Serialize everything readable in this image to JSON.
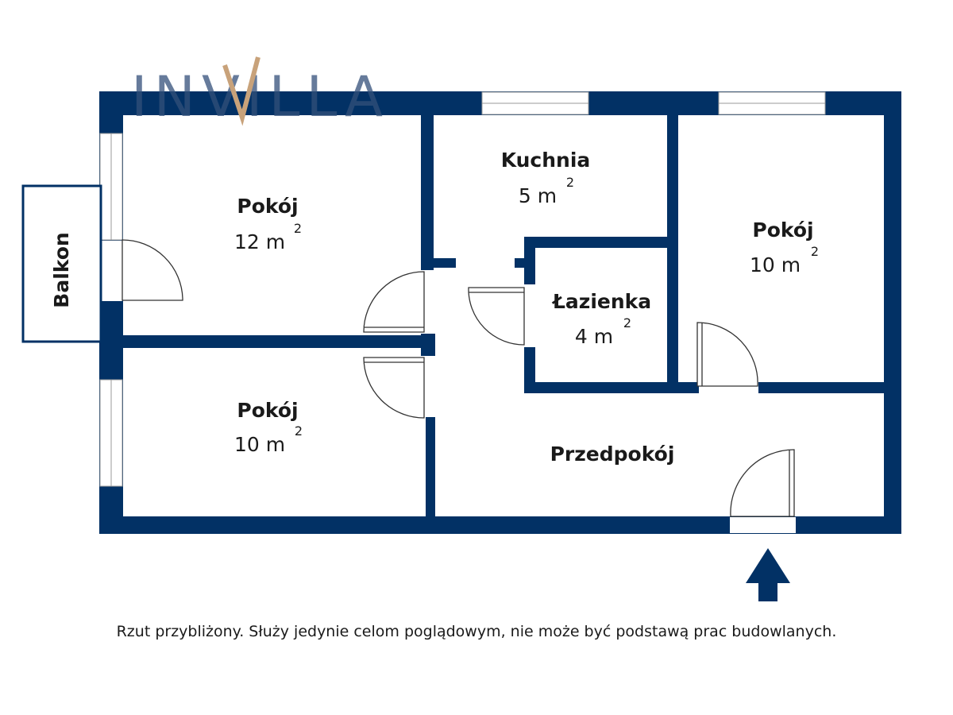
{
  "colors": {
    "wall": "#023165",
    "window": "#ffffff",
    "logo_main": "#33507a",
    "logo_accent": "#c8a27a"
  },
  "logo": {
    "text": "INVILLA"
  },
  "rooms": {
    "pokoj_12": {
      "name": "Pokój",
      "area": "12 m",
      "sup": "2"
    },
    "kuchnia": {
      "name": "Kuchnia",
      "area": "5 m",
      "sup": "2"
    },
    "pokoj_10_right": {
      "name": "Pokój",
      "area": "10 m",
      "sup": "2"
    },
    "lazienka": {
      "name": "Łazienka",
      "area": "4 m",
      "sup": "2"
    },
    "pokoj_10_left": {
      "name": "Pokój",
      "area": "10 m",
      "sup": "2"
    },
    "przedpokoj": {
      "name": "Przedpokój"
    }
  },
  "balcony": {
    "label": "Balkon"
  },
  "entrance": {
    "icon": "entrance-arrow-icon"
  },
  "disclaimer": "Rzut przybliżony. Służy jedynie celom poglądowym, nie może być podstawą prac budowlanych."
}
